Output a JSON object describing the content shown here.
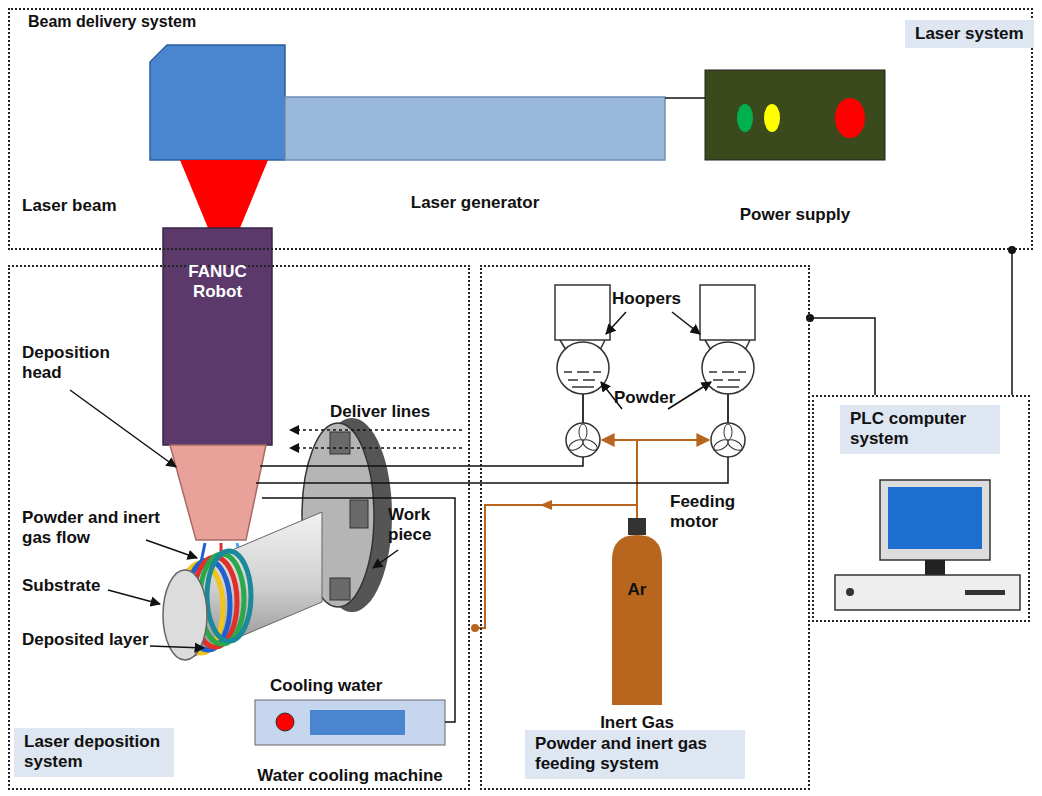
{
  "diagram": {
    "nodes": [
      {
        "text": [
          "Laser system"
        ]
      },
      {
        "text": [
          "Laser generator"
        ],
        "in": 0
      },
      {
        "text": [
          "Power supply"
        ],
        "in": 0
      },
      {
        "text": [
          "Laser deposition system"
        ]
      },
      {
        "text": [
          "FANUC Robot"
        ],
        "in": 3
      },
      {
        "text": [
          "Cooling water",
          "Water cooling machine"
        ],
        "in": 3
      },
      {
        "text": [
          "Powder and inert gas feeding system"
        ]
      },
      {
        "text": [
          "Ar",
          "Inert Gas"
        ],
        "in": 6
      },
      {
        "text": [
          "PLC computer system"
        ]
      }
    ],
    "edges": [
      {
        "from": 1,
        "to": 2,
        "arrow": "none"
      },
      {
        "from": 0,
        "to": 8,
        "arrow": "none"
      },
      {
        "from": 6,
        "to": 8,
        "arrow": "none"
      }
    ],
    "labels": [
      "Beam delivery system",
      "Laser beam",
      "Deposition head",
      "Deliver lines",
      "Powder and inert gas flow",
      "Substrate",
      "Deposited layer",
      "Work piece",
      "Hoopers",
      "Powder",
      "Feeding motor"
    ]
  }
}
